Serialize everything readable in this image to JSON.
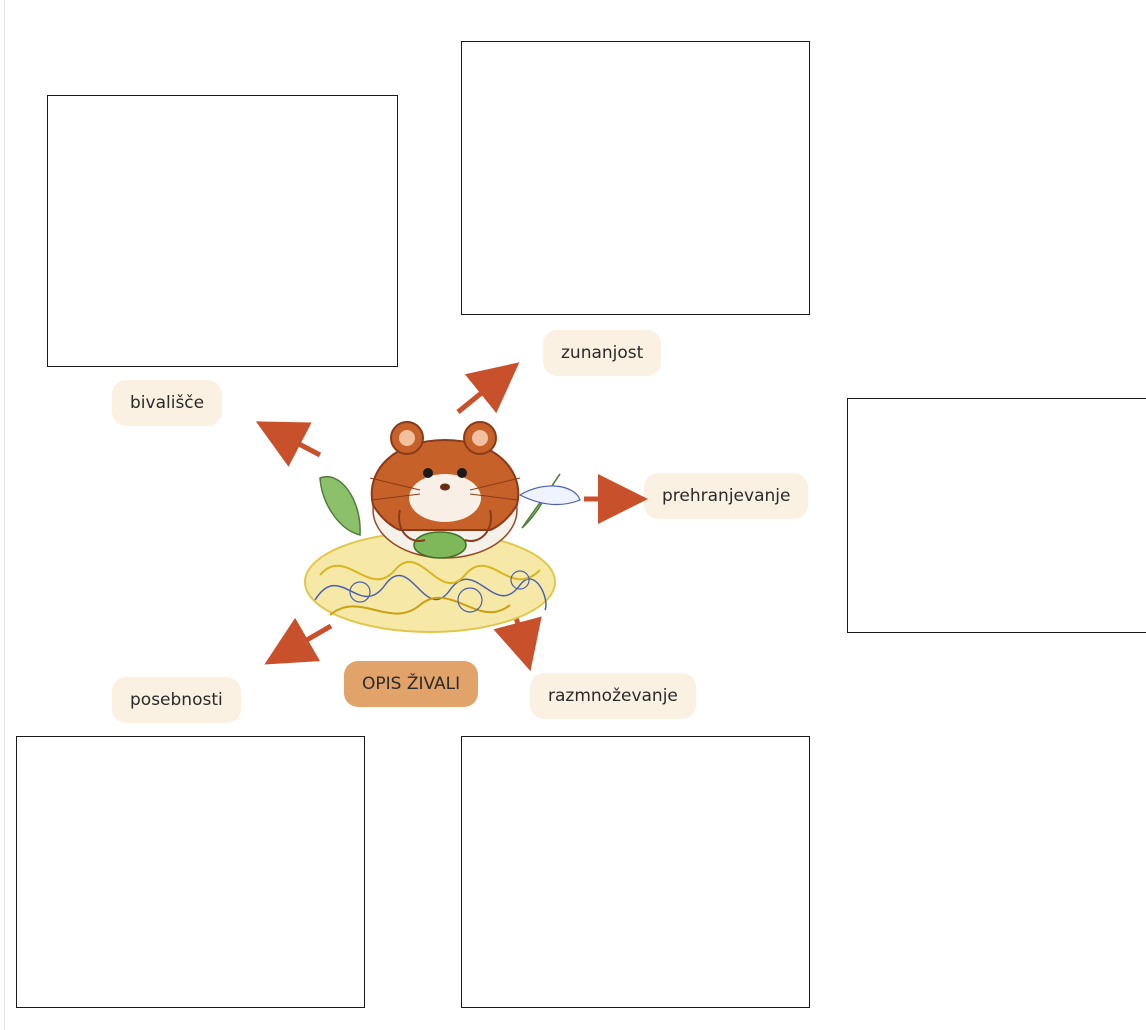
{
  "title": "OPIS ŽIVALI",
  "topics": {
    "habitat": "bivališče",
    "appearance": "zunanjost",
    "nutrition": "prehranjevanje",
    "reproduction": "razmnoževanje",
    "specialties": "posebnosti"
  },
  "colors": {
    "label_fill": "#faf1e3",
    "title_fill": "#e2a36a",
    "arrow": "#c8502a",
    "box_border": "#1a1a1a"
  },
  "illustration": "hamster-in-nest"
}
